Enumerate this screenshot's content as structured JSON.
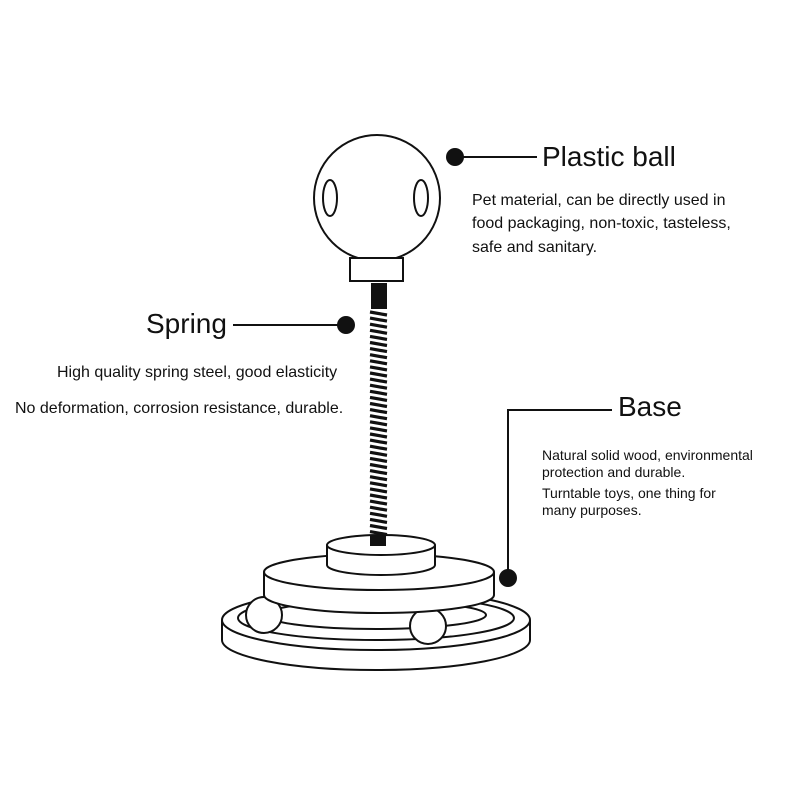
{
  "labels": {
    "plastic_ball": {
      "title": "Plastic ball",
      "lines": [
        "Pet material, can be directly used in",
        "food packaging, non-toxic, tasteless,",
        "safe and sanitary."
      ]
    },
    "spring": {
      "title": "Spring",
      "lines": [
        "High quality spring steel, good elasticity",
        "No deformation, corrosion resistance, durable."
      ]
    },
    "base": {
      "title": "Base",
      "lines": [
        "Natural solid wood, environmental",
        "protection and durable.",
        "Turntable toys, one thing for",
        "many purposes."
      ]
    }
  },
  "colors": {
    "ink": "#111111",
    "background": "#ffffff"
  }
}
